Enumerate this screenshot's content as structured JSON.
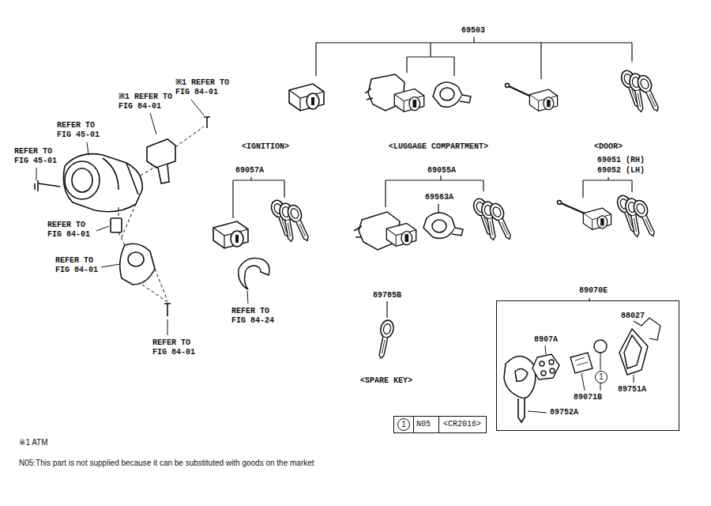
{
  "diagram": {
    "nodes": [
      {
        "text": [
          "89070E"
        ]
      },
      {
        "text": [
          "1"
        ],
        "in": 0
      },
      {
        "text": [
          "N05",
          "<CR2016>"
        ]
      },
      {
        "text": [
          "1"
        ],
        "in": 2
      }
    ],
    "labels": [
      "69503",
      "※1 REFER TO FIG 84-01",
      "※1 REFER TO FIG 84-01",
      "REFER TO FIG 45-01",
      "REFER TO FIG 45-01",
      "REFER TO FIG 84-01",
      "REFER TO FIG 84-01",
      "REFER TO FIG 84-01",
      "<IGNITION>",
      "69057A",
      "REFER TO FIG 84-24",
      "<LUGGAGE COMPARTMENT>",
      "69055A",
      "69563A",
      "<DOOR>",
      "69051 (RH)",
      "69052 (LH)",
      "89785B",
      "<SPARE KEY>",
      "88027",
      "8907A",
      "89071B",
      "89751A",
      "89752A",
      "※1 ATM",
      "N05:This part is not supplied because it can be substituted with goods on the market"
    ]
  }
}
